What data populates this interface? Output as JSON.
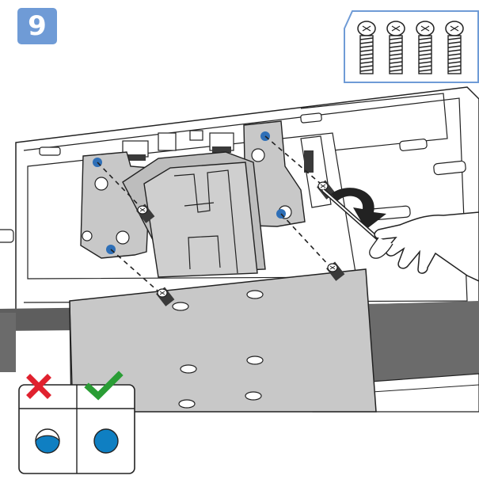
{
  "step": {
    "number": "9"
  },
  "screw_box": {
    "screw_count": 4,
    "border_color": "#6f9bd6",
    "icon": "screw-icon"
  },
  "colors": {
    "accent_blue": "#6f9bd6",
    "correct_fill": "#0f7fc2",
    "wrong_mark": "#e0212e",
    "check_mark": "#2a9d35",
    "stand": "#cfcfcf",
    "tv_band": "#5e5e5e"
  },
  "indicator": {
    "wrong": {
      "icon": "cross-icon",
      "example": "partially-inserted-screw"
    },
    "right": {
      "icon": "check-icon",
      "example": "fully-inserted-screw"
    }
  },
  "instruction": {
    "tool": "screwdriver-icon",
    "direction": "clockwise"
  }
}
